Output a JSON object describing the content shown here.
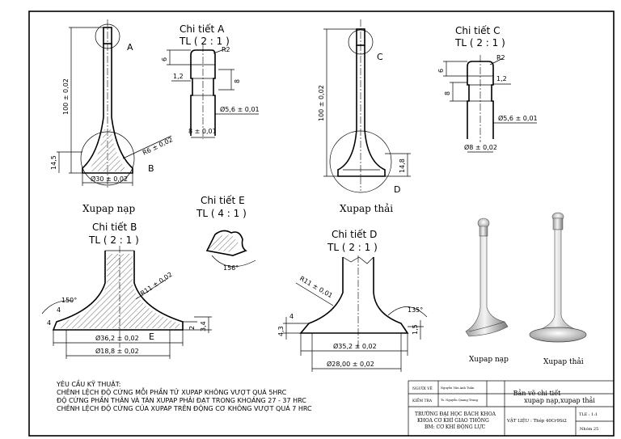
{
  "details": {
    "a": {
      "title": "Chi tiết A",
      "scale": "TL ( 2 : 1 )"
    },
    "b": {
      "title": "Chi tiết B",
      "scale": "TL ( 2 : 1 )"
    },
    "c": {
      "title": "Chi tiết C",
      "scale": "TL ( 2 : 1 )"
    },
    "d": {
      "title": "Chi tiết D",
      "scale": "TL ( 2 : 1 )"
    },
    "e": {
      "title": "Chi tiết E",
      "scale": "TL ( 4 : 1 )"
    }
  },
  "markers": {
    "a": "A",
    "b": "B",
    "c": "C",
    "d": "D",
    "e": "E"
  },
  "views": {
    "intake_label": "Xupap nạp",
    "exhaust_label": "Xupap thải",
    "iso_intake_label": "Xupap nạp",
    "iso_exhaust_label": "Xupap thải"
  },
  "dims": {
    "intake_len": "100 ± 0,02",
    "intake_head_h": "14,5",
    "intake_dia": "Ø30 ± 0,02",
    "intake_radius": "R6 ± 0,02",
    "a_6": "6",
    "a_r2": "R2",
    "a_12": "1,2",
    "a_8": "8",
    "a_stem": "Ø5,6 ± 0,01",
    "a_8b": "8 ± 0,01",
    "exhaust_len": "100 ± 0,02",
    "exhaust_head_h": "14,8",
    "c_6": "6",
    "c_r2": "R2",
    "c_12": "1,2",
    "c_8": "8",
    "c_stem": "Ø5,6 ± 0,01",
    "c_8b": "Ø8 ± 0,02",
    "e_angle": "156°",
    "b_angle": "150°",
    "b_4a": "4",
    "b_4b": "4",
    "b_r": "R11 ± 0,02",
    "b_2": "2",
    "b_34": "3,4",
    "b_d1": "Ø36,2 ± 0,02",
    "b_d2": "Ø18,8 ± 0,02",
    "d_r": "R11 ± 0,01",
    "d_angle": "135°",
    "d_4": "4",
    "d_43": "4,3",
    "d_15": "1,5",
    "d_d1": "Ø35,2 ± 0,02",
    "d_d2": "Ø28,00 ± 0,02"
  },
  "notes": {
    "heading": "YÊU CẦU KỸ THUẬT:",
    "lines": [
      "CHÊNH LỆCH ĐỘ CỨNG MỖI PHẦN TỬ XUPAP KHÔNG VƯỢT QUÁ 5HRC",
      "ĐỘ CỨNG PHẦN THÂN VÀ TÁN XUPAP PHẢI ĐẠT TRONG KHOẢNG 27 - 37 HRC",
      "CHÊNH LỆCH ĐỘ CỨNG CỦA XUPAP TRÊN ĐỘNG CƠ KHÔNG VƯỢT QUÁ 7 HRC"
    ]
  },
  "title_block": {
    "drawn_by_label": "NGƯỜI VẼ",
    "drawn_by": "Nguyễn Văn Anh Tuấn",
    "checked_label": "KIỂM TRA",
    "checked_by": "Ts. Nguyễn Quang Trung",
    "school": [
      "TRƯỜNG ĐẠI HỌC BÁCH KHOA",
      "KHOA CƠ KHÍ GIAO THÔNG",
      "BM: CƠ KHÍ ĐỘNG LỰC"
    ],
    "title": [
      "Bản vẽ chi tiết",
      "xupap nạp,xupap thải"
    ],
    "material": "VẬT LIỆU : Thép 40Cr9Si2",
    "scale": "TLE : 1:1",
    "group": "Nhóm 25"
  }
}
